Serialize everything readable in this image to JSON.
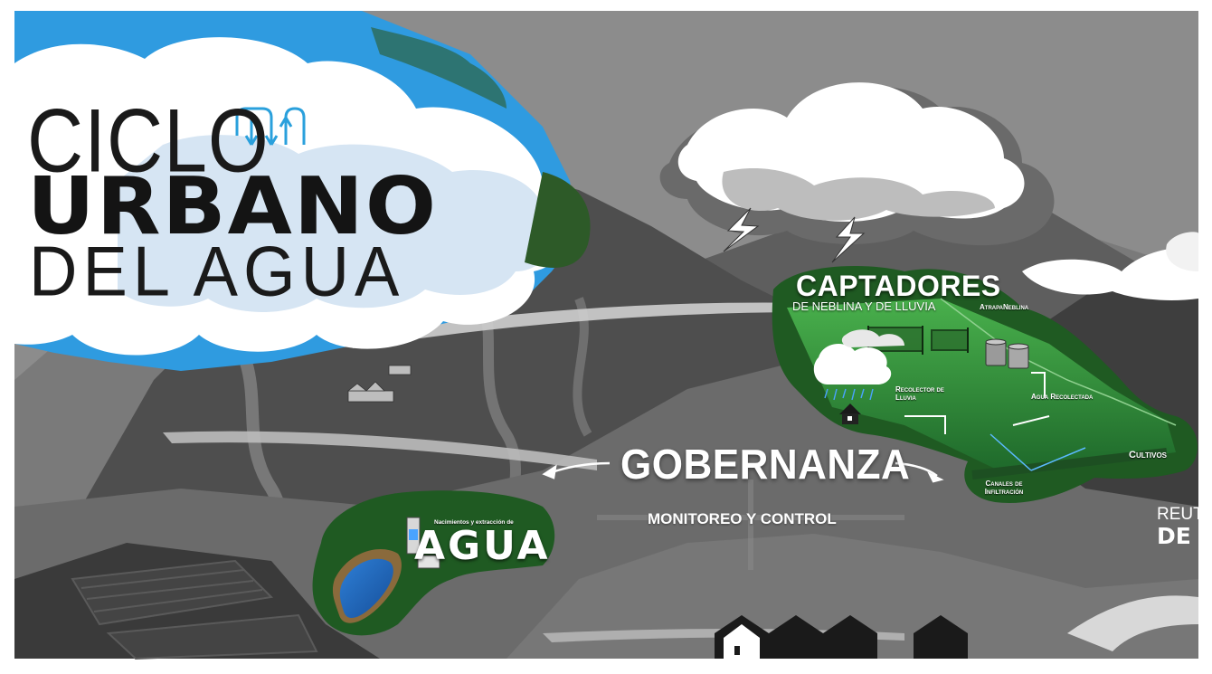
{
  "title": {
    "line1": "CICLO",
    "line2": "URBANO",
    "line3": "DEL AGUA"
  },
  "captadores": {
    "heading": "CAPTADORES",
    "subheading": "DE NEBLINA Y DE LLUVIA",
    "atrapaneblina": "AtrapaNeblina",
    "recolector": "Recolector de Lluvia",
    "agua_recolectada": "Agua Recolectada",
    "canales": "Canales de Infiltración",
    "cultivos": "Cultivos"
  },
  "gobernanza": {
    "heading": "GOBERNANZA",
    "subheading": "MONITOREO Y CONTROL"
  },
  "nacimientos": {
    "caption": "Nacimientos y extracción de",
    "heading": "AGUA"
  },
  "reuso": {
    "line1": "REUT",
    "line2": "DE"
  },
  "colors": {
    "sky_blue": "#2f9be0",
    "cloud_light": "#d8e6f2",
    "forest_green": "#2f6e33",
    "grass_green": "#3da544",
    "background_gray": "#8a8a8a",
    "mountain_dark": "#4a4a4a",
    "water_blue": "#1e6fc4"
  },
  "icons": [
    "water-cycle-arrows-icon",
    "lightning-icon",
    "house-icon",
    "rain-cloud-icon",
    "water-tank-icon",
    "fog-net-icon",
    "pump-icon",
    "arrow-icon"
  ]
}
